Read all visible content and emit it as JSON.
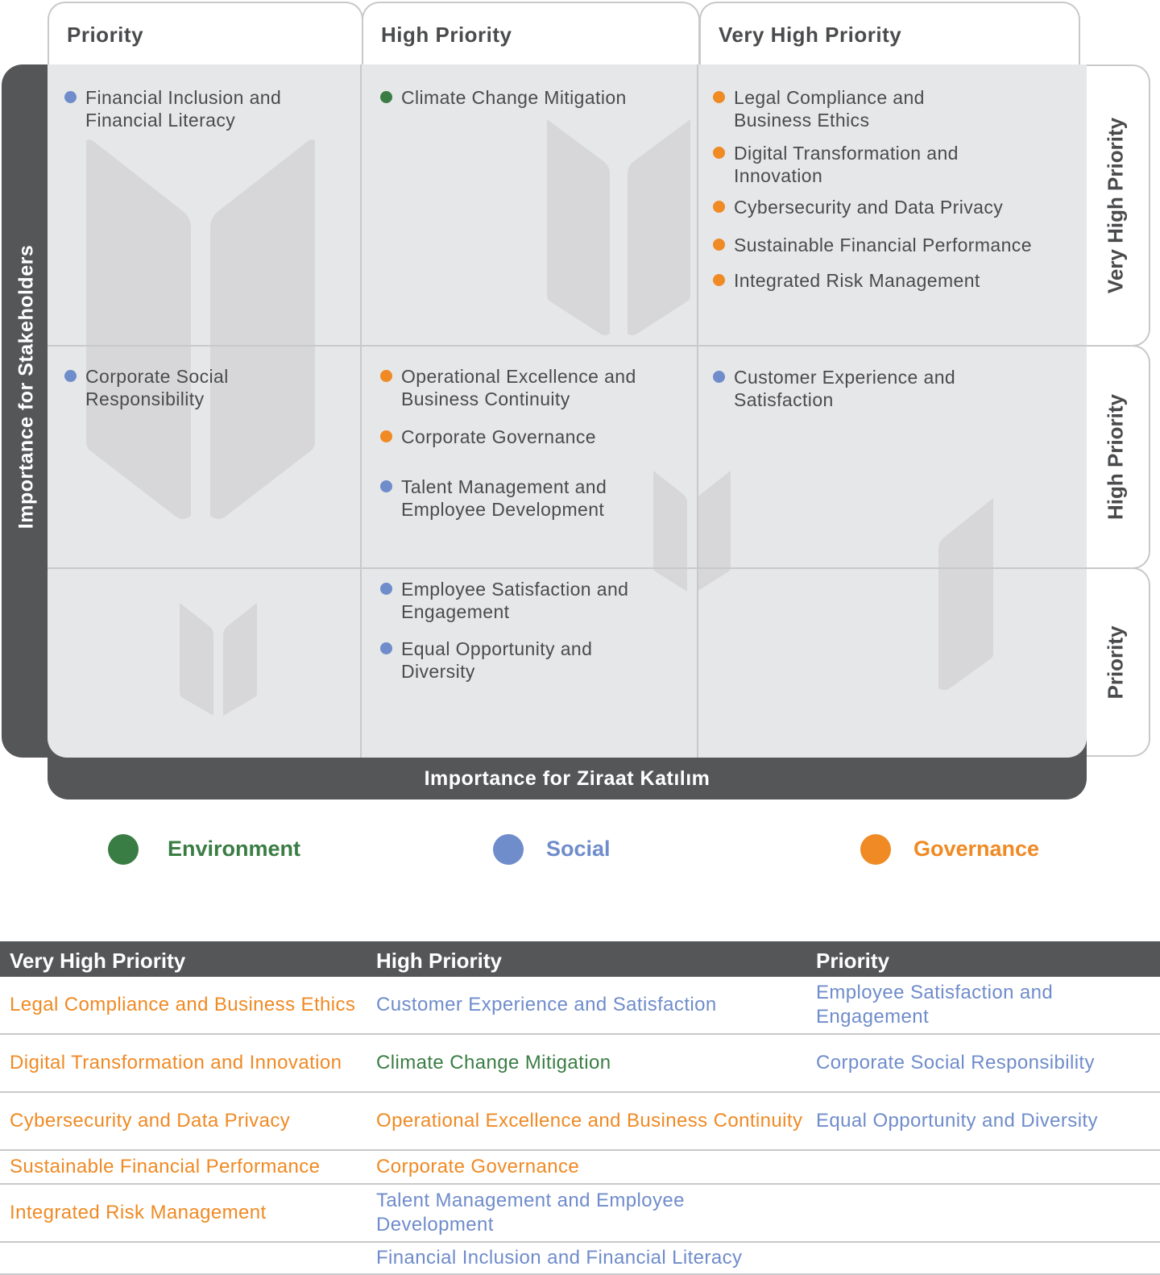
{
  "colors": {
    "environment": "#3a7d44",
    "social": "#6f8ccb",
    "governance": "#ef8a24",
    "axis_bar": "#555658",
    "grid_panel": "#e6e7e8"
  },
  "chart_data": {
    "type": "matrix",
    "x_axis": {
      "title": "Importance for Ziraat Katılım",
      "levels": [
        "Priority",
        "High Priority",
        "Very High Priority"
      ]
    },
    "y_axis": {
      "title": "Importance for Stakeholders",
      "levels": [
        "Very High Priority",
        "High Priority",
        "Priority"
      ]
    },
    "cells": {
      "vhs_p": [
        {
          "label": "Financial Inclusion and Financial Literacy",
          "category": "social"
        }
      ],
      "vhs_hp": [
        {
          "label": "Climate Change Mitigation",
          "category": "environment"
        }
      ],
      "vhs_vh": [
        {
          "label": "Legal Compliance and Business Ethics",
          "category": "governance"
        },
        {
          "label": "Digital Transformation and Innovation",
          "category": "governance"
        },
        {
          "label": "Cybersecurity and Data Privacy",
          "category": "governance"
        },
        {
          "label": "Sustainable Financial Performance",
          "category": "governance"
        },
        {
          "label": "Integrated Risk Management",
          "category": "governance"
        }
      ],
      "hs_p": [
        {
          "label": "Corporate Social Responsibility",
          "category": "social"
        }
      ],
      "hs_hp": [
        {
          "label": "Operational Excellence and Business Continuity",
          "category": "governance"
        },
        {
          "label": "Corporate Governance",
          "category": "governance"
        },
        {
          "label": "Talent Management and Employee Development",
          "category": "social"
        }
      ],
      "hs_vh": [
        {
          "label": "Customer Experience and Satisfaction",
          "category": "social"
        }
      ],
      "ps_hp": [
        {
          "label": "Employee Satisfaction and Engagement",
          "category": "social"
        },
        {
          "label": "Equal Opportunity and Diversity",
          "category": "social"
        }
      ]
    },
    "legend": [
      {
        "label": "Environment",
        "category": "environment"
      },
      {
        "label": "Social",
        "category": "social"
      },
      {
        "label": "Governance",
        "category": "governance"
      }
    ]
  },
  "table": {
    "headers": [
      "Very High Priority",
      "High Priority",
      "Priority"
    ],
    "rows": [
      [
        {
          "text": "Legal Compliance and Business Ethics",
          "category": "governance"
        },
        {
          "text": "Customer Experience and Satisfaction",
          "category": "social"
        },
        {
          "text": "Employee Satisfaction and Engagement",
          "category": "social"
        }
      ],
      [
        {
          "text": "Digital Transformation and Innovation",
          "category": "governance"
        },
        {
          "text": "Climate Change Mitigation",
          "category": "environment"
        },
        {
          "text": "Corporate Social Responsibility",
          "category": "social"
        }
      ],
      [
        {
          "text": "Cybersecurity and Data Privacy",
          "category": "governance"
        },
        {
          "text": "Operational Excellence and Business Continuity",
          "category": "governance"
        },
        {
          "text": "Equal Opportunity and Diversity",
          "category": "social"
        }
      ],
      [
        {
          "text": "Sustainable Financial Performance",
          "category": "governance"
        },
        {
          "text": "Corporate Governance",
          "category": "governance"
        },
        {
          "text": "",
          "category": ""
        }
      ],
      [
        {
          "text": "Integrated Risk Management",
          "category": "governance"
        },
        {
          "text": "Talent Management and Employee Development",
          "category": "social"
        },
        {
          "text": "",
          "category": ""
        }
      ],
      [
        {
          "text": "",
          "category": ""
        },
        {
          "text": "Financial Inclusion and Financial Literacy",
          "category": "social"
        },
        {
          "text": "",
          "category": ""
        }
      ]
    ]
  }
}
